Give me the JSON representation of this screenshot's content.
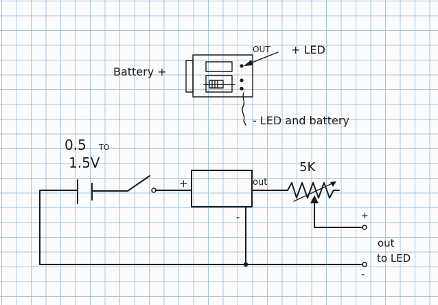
{
  "labels": {
    "out_top": "OUT",
    "plus_led_top": "+ LED",
    "battery_plus": "Battery +",
    "minus_led_battery": "- LED and battery",
    "voltage_value": "0.5",
    "voltage_to": "TO",
    "voltage_max": "1.5V",
    "plus_input": "+",
    "out_module": "out",
    "minus_module": "-",
    "pot_value": "5K",
    "plus_output": "+",
    "out_to_led_line1": "out",
    "out_to_led_line2": "to LED",
    "minus_output": "-"
  },
  "colors": {
    "ink": "#1b1b1b",
    "grid": "#a9c6db",
    "paper": "#fbfcfd"
  }
}
